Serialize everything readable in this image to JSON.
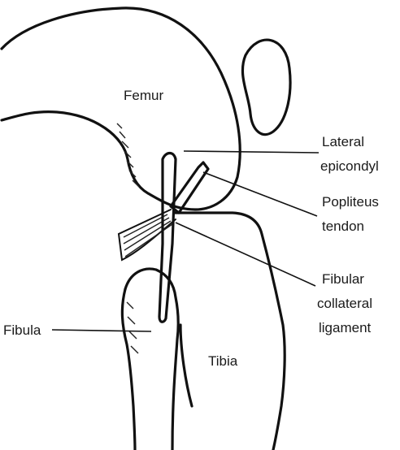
{
  "labels": {
    "femur": "Femur",
    "tibia": "Tibia",
    "fibula": "Fibula",
    "lateral_epicondyl": [
      "Lateral",
      "epicondyl"
    ],
    "popliteus_tendon": [
      "Popliteus",
      "tendon"
    ],
    "fibular_collateral_ligament": [
      "Fibular",
      "collateral",
      "ligament"
    ]
  }
}
